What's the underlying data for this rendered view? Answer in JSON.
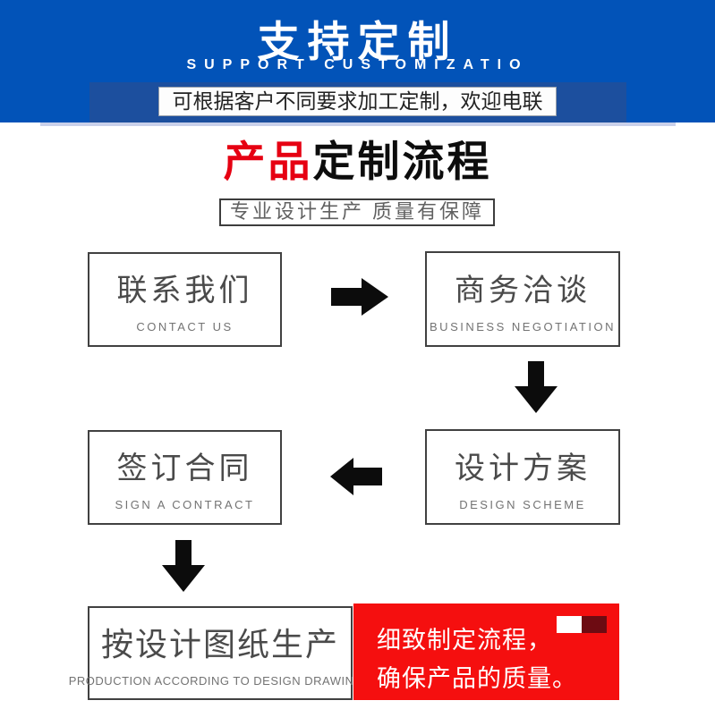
{
  "colors": {
    "banner_blue": "#0253b8",
    "band_blue": "#1c4f9e",
    "strip_blue": "#c9d0ea",
    "red_accent": "#e60012",
    "callout_red": "#f50f0f",
    "callout_maroon": "#6d0b12"
  },
  "banner": {
    "title": "支持定制",
    "subtitle": "SUPPORT CUSTOMIZATIO",
    "note": "可根据客户不同要求加工定制，欢迎电联"
  },
  "section": {
    "title_red": "产品",
    "title_black": "定制流程",
    "tagline": "专业设计生产 质量有保障"
  },
  "flow": {
    "steps": [
      {
        "zh": "联系我们",
        "en": "CONTACT US"
      },
      {
        "zh": "商务洽谈",
        "en": "BUSINESS  NEGOTIATION"
      },
      {
        "zh": "签订合同",
        "en": "SIGN A CONTRACT"
      },
      {
        "zh": "设计方案",
        "en": "DESIGN  SCHEME"
      },
      {
        "zh": "按设计图纸生产",
        "en": "PRODUCTION  ACCORDING  TO  DESIGN  DRAWINGS"
      }
    ],
    "arrows": [
      {
        "icon": "arrow-right-icon",
        "from": "联系我们",
        "to": "商务洽谈"
      },
      {
        "icon": "arrow-down-icon",
        "from": "商务洽谈",
        "to": "设计方案"
      },
      {
        "icon": "arrow-left-icon",
        "from": "设计方案",
        "to": "签订合同"
      },
      {
        "icon": "arrow-down-icon",
        "from": "签订合同",
        "to": "按设计图纸生产"
      }
    ],
    "callout": {
      "line1": "细致制定流程，",
      "line2": "确保产品的质量。"
    }
  }
}
